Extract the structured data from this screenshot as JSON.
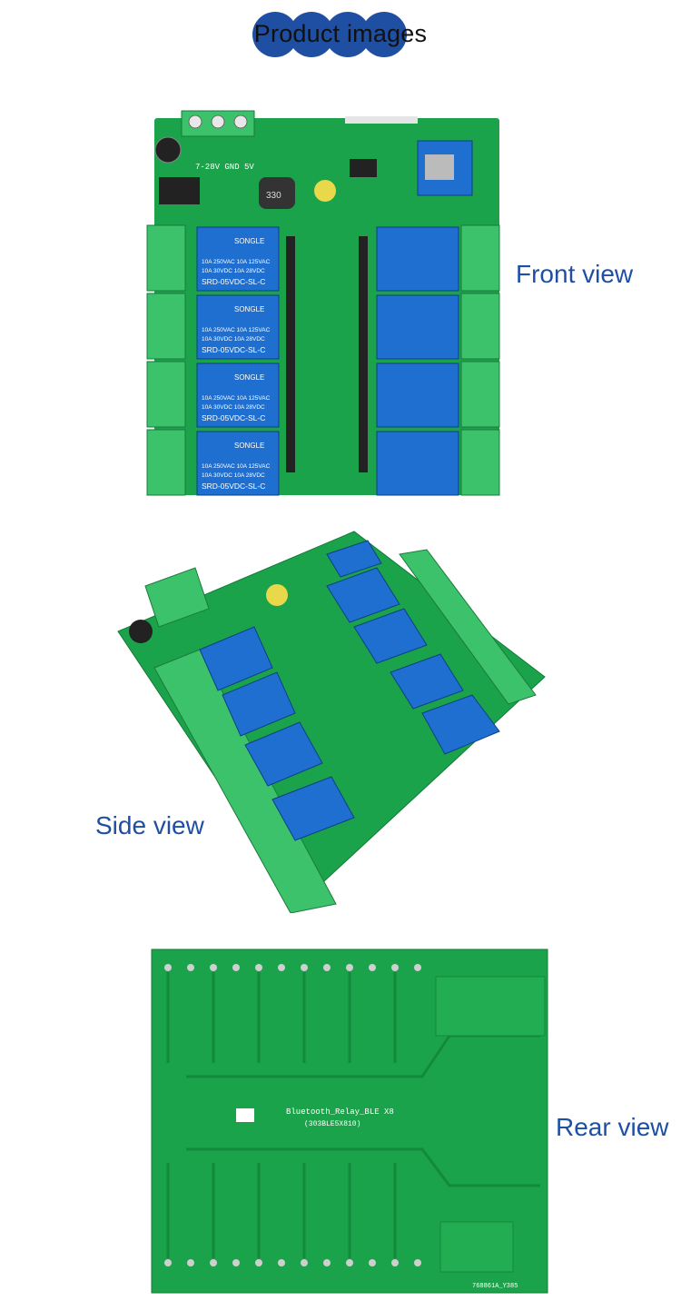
{
  "header": {
    "title": "Product images"
  },
  "views": {
    "front": {
      "label": "Front view"
    },
    "side": {
      "label": "Side view"
    },
    "rear": {
      "label": "Rear view"
    }
  },
  "pcb": {
    "relay_brand": "SONGLE",
    "relay_rating_1": "10A 250VAC  10A 125VAC",
    "relay_rating_2": "10A  30VDC  10A  28VDC",
    "relay_model": "SRD-05VDC-SL-C",
    "power_label": "7-28V  GND  5V",
    "inductor_label": "330",
    "rear_title": "Bluetooth_Relay_BLE X8",
    "rear_code": "(303BLE5X810)",
    "rear_stamp": "768861A_Y385"
  },
  "colors": {
    "pcb_green": "#1aa34a",
    "terminal_green": "#3cc26b",
    "relay_blue": "#1f6fd1",
    "label_blue": "#1f4fa3"
  }
}
